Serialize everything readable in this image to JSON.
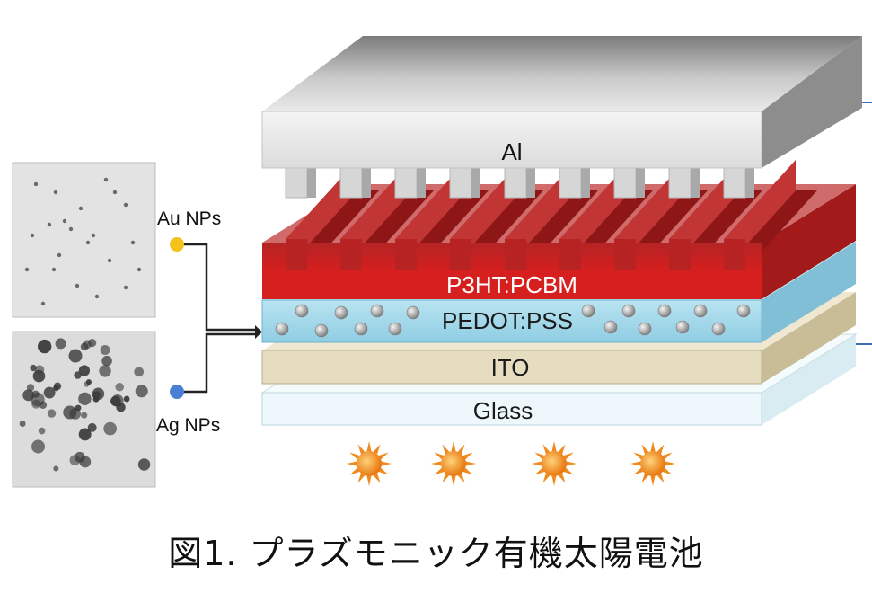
{
  "layers": {
    "al": "Al",
    "active": "P3HT:PCBM",
    "htl": "PEDOT:PSS",
    "ito": "ITO",
    "glass": "Glass"
  },
  "nanoparticles": {
    "au": "Au NPs",
    "ag": "Ag NPs"
  },
  "caption": "図1. プラズモニック有機太陽電池",
  "colors": {
    "al": "#e6e6e6",
    "active": "#c8201f",
    "htl": "#a9dcec",
    "ito": "#e6dcc0",
    "glass": "#eef8fc",
    "au_dot": "#f5c21b",
    "ag_dot": "#4a7fd6",
    "sun": "#f08a1c"
  },
  "sun_count": 4
}
